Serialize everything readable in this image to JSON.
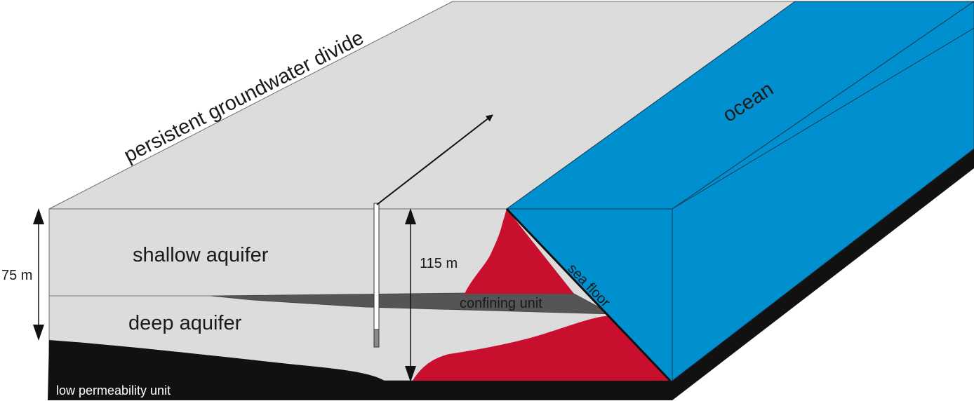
{
  "labels": {
    "divide": "persistent groundwater divide",
    "ocean": "ocean",
    "shallow": "shallow aquifer",
    "deep": "deep aquifer",
    "confining": "confining unit",
    "sea_floor": "sea floor",
    "low_perm": "low permeability unit",
    "depth_75": "75 m",
    "depth_115": "115 m"
  },
  "colors": {
    "land": "#dcdcdc",
    "ocean": "#0090d0",
    "saltwater": "#c8102e",
    "confining": "#555555",
    "bedrock": "#111111"
  }
}
